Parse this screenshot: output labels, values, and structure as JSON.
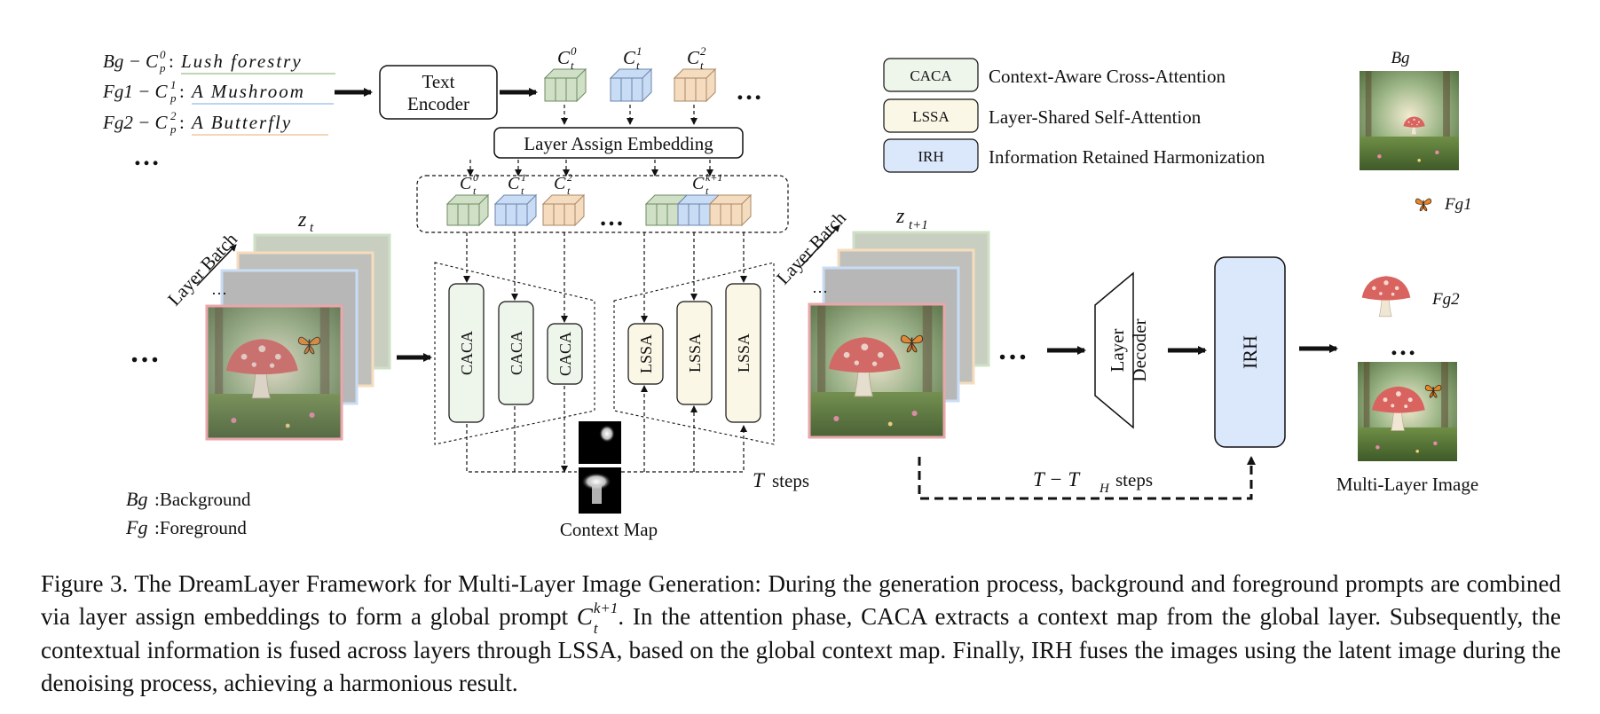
{
  "prompts": [
    {
      "prefix": "Bg − C",
      "sup": "0",
      "sub": "p",
      "text": "Lush forestry"
    },
    {
      "prefix": "Fg1 − C",
      "sup": "1",
      "sub": "p",
      "text": "A Mushroom"
    },
    {
      "prefix": "Fg2 − C",
      "sup": "2",
      "sub": "p",
      "text": "A Butterfly"
    }
  ],
  "ellipsis": "…",
  "text_encoder": [
    "Text",
    "Encoder"
  ],
  "layer_assign_embedding": "Layer Assign Embedding",
  "ct_labels": [
    {
      "base": "C",
      "sub": "t",
      "sup": "0"
    },
    {
      "base": "C",
      "sub": "t",
      "sup": "1"
    },
    {
      "base": "C",
      "sub": "t",
      "sup": "2"
    },
    {
      "base": "C",
      "sub": "t",
      "sup": "k+1"
    }
  ],
  "legend": [
    {
      "abbr": "CACA",
      "desc": "Context-Aware Cross-Attention",
      "fill": "#eef5ea"
    },
    {
      "abbr": "LSSA",
      "desc": "Layer-Shared Self-Attention",
      "fill": "#fbf7e6"
    },
    {
      "abbr": "IRH",
      "desc": "Information Retained Harmonization",
      "fill": "#dbe8fb"
    }
  ],
  "zt": {
    "base": "z",
    "sub": "t"
  },
  "zt1": {
    "base": "z",
    "sub": "t+1"
  },
  "layer_batch": "Layer Batch",
  "caca": "CACA",
  "lssa": "LSSA",
  "irh": "IRH",
  "layer_decoder": [
    "Layer",
    "Decoder"
  ],
  "context_map": "Context Map",
  "t_steps": {
    "var": "T",
    "text": "steps"
  },
  "th_steps": {
    "var": "T − T",
    "sub": "H",
    "text": "steps"
  },
  "bg_label": "Bg",
  "fg1_label": "Fg1",
  "fg2_label": "Fg2",
  "multi_layer": "Multi-Layer Image",
  "key_bg": {
    "var": "Bg",
    "text": ":Background"
  },
  "key_fg": {
    "var": "Fg",
    "text": ":Foreground"
  },
  "colors": {
    "green": "#cfe0c6",
    "blue": "#c9dcf5",
    "peach": "#f6dcbf",
    "pink": "#e9a6ab",
    "caca_fill": "#eef5ea",
    "lssa_fill": "#fbf7e6",
    "irh_fill": "#dbe8fb"
  },
  "caption": {
    "part1": "Figure 3. The DreamLayer Framework for Multi-Layer Image Generation: During the generation process, background and foreground prompts are combined via layer assign embeddings to form a global prompt ",
    "math_base": "C",
    "math_sub": "t",
    "math_sup": "k+1",
    "part2": ". In the attention phase, CACA extracts a context map from the global layer. Subsequently, the contextual information is fused across layers through LSSA, based on the global context map. Finally, IRH fuses the images using the latent image during the denoising process, achieving a harmonious result."
  }
}
